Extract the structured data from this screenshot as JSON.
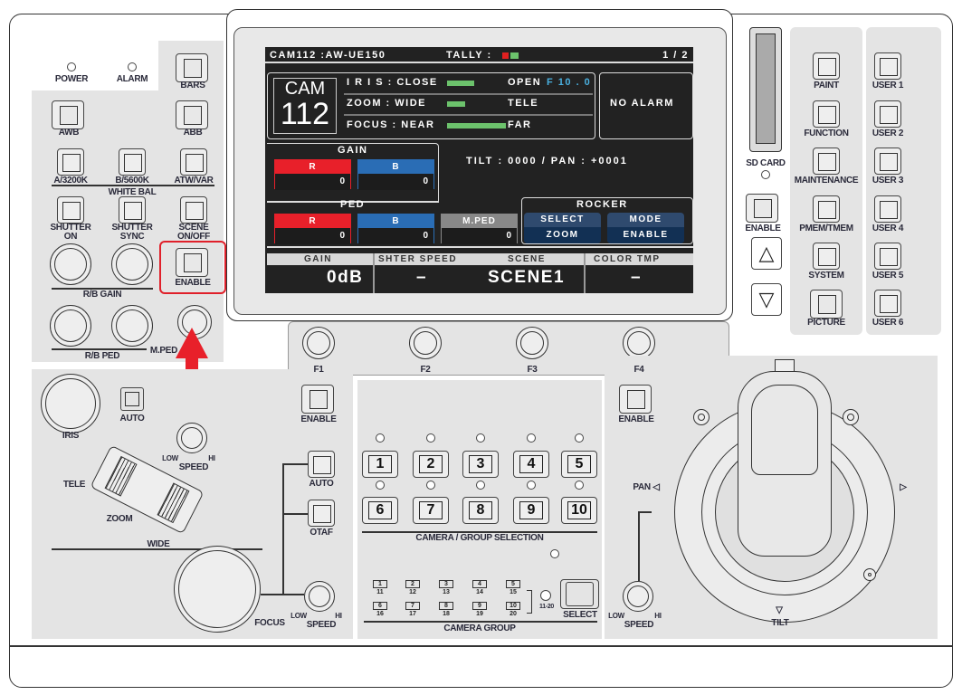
{
  "left_panel": {
    "power": "POWER",
    "alarm": "ALARM",
    "bars": "BARS",
    "awb": "AWB",
    "abb": "ABB",
    "a3200k": "A/3200K",
    "b5600k": "B/5600K",
    "atw_var": "ATW/VAR",
    "white_bal": "WHITE BAL",
    "shutter_on": "SHUTTER\nON",
    "shutter_sync": "SHUTTER\nSYNC",
    "scene_onoff": "SCENE\nON/OFF",
    "enable": "ENABLE",
    "rb_gain": "R/B GAIN",
    "m_ped": "M.PED",
    "rb_ped": "R/B PED"
  },
  "lens_panel": {
    "iris": "IRIS",
    "auto": "AUTO",
    "enable": "ENABLE",
    "low": "LOW",
    "hi": "HI",
    "speed": "SPEED",
    "tele": "TELE",
    "zoom": "ZOOM",
    "wide": "WIDE",
    "focus_auto": "AUTO",
    "otaf": "OTAF",
    "focus": "FOCUS"
  },
  "screen": {
    "camera": "CAM112 :AW-UE150",
    "tally_label": "TALLY :",
    "page": "1 / 2",
    "cam_word": "CAM",
    "cam_num": "112",
    "iris_label": "I R I S   : CLOSE",
    "iris_open": "OPEN",
    "iris_value": "F 10 . 0",
    "iris_level": 0.25,
    "zoom_label": "ZOOM   :   WIDE",
    "zoom_tele": "TELE",
    "zoom_level": 0.2,
    "focus_label": "FOCUS :   NEAR",
    "focus_far": "FAR",
    "focus_level": 1.0,
    "alarm": "NO  ALARM",
    "gain_title": "GAIN",
    "ped_title": "PED",
    "r": "R",
    "b": "B",
    "mped": "M.PED",
    "gain_r": "0",
    "gain_b": "0",
    "ped_r": "0",
    "ped_b": "0",
    "ped_m": "0",
    "tilt_pan": "TILT :  0000  /  PAN : +0001",
    "rocker_title": "ROCKER",
    "select_label": "SELECT",
    "select_value": "ZOOM",
    "mode_label": "MODE",
    "mode_value": "ENABLE",
    "status_headers": [
      "GAIN",
      "SHTER SPEED",
      "SCENE",
      "COLOR TMP"
    ],
    "status_values": [
      "0dB",
      "–",
      "SCENE1",
      "–"
    ],
    "colors": {
      "tally_red": "#e02020",
      "tally_green": "#6cc26c",
      "red": "#e8202a",
      "blue": "#2a6db5"
    }
  },
  "function_knobs": [
    "F1",
    "F2",
    "F3",
    "F4"
  ],
  "right_panel": {
    "sd_card": "SD CARD",
    "enable": "ENABLE",
    "menu": [
      "PAINT",
      "FUNCTION",
      "MAINTENANCE",
      "PMEM/TMEM",
      "SYSTEM",
      "PICTURE"
    ],
    "user": [
      "USER 1",
      "USER 2",
      "USER 3",
      "USER 4",
      "USER 5",
      "USER 6"
    ]
  },
  "camera_select": {
    "buttons": [
      "1",
      "2",
      "3",
      "4",
      "5",
      "6",
      "7",
      "8",
      "9",
      "10"
    ],
    "title": "CAMERA / GROUP SELECTION",
    "group_top": [
      "1",
      "2",
      "3",
      "4",
      "5",
      "6",
      "7",
      "8",
      "9",
      "10"
    ],
    "group_bottom": [
      "11",
      "12",
      "13",
      "14",
      "15",
      "16",
      "17",
      "18",
      "19",
      "20"
    ],
    "range": "11-20",
    "select": "SELECT",
    "group_title": "CAMERA GROUP"
  },
  "pan_tilt": {
    "enable": "ENABLE",
    "pan": "PAN ◁",
    "right": "▷",
    "tilt": "TILT",
    "tilt_arrow": "▽",
    "low": "LOW",
    "hi": "HI",
    "speed": "SPEED"
  }
}
